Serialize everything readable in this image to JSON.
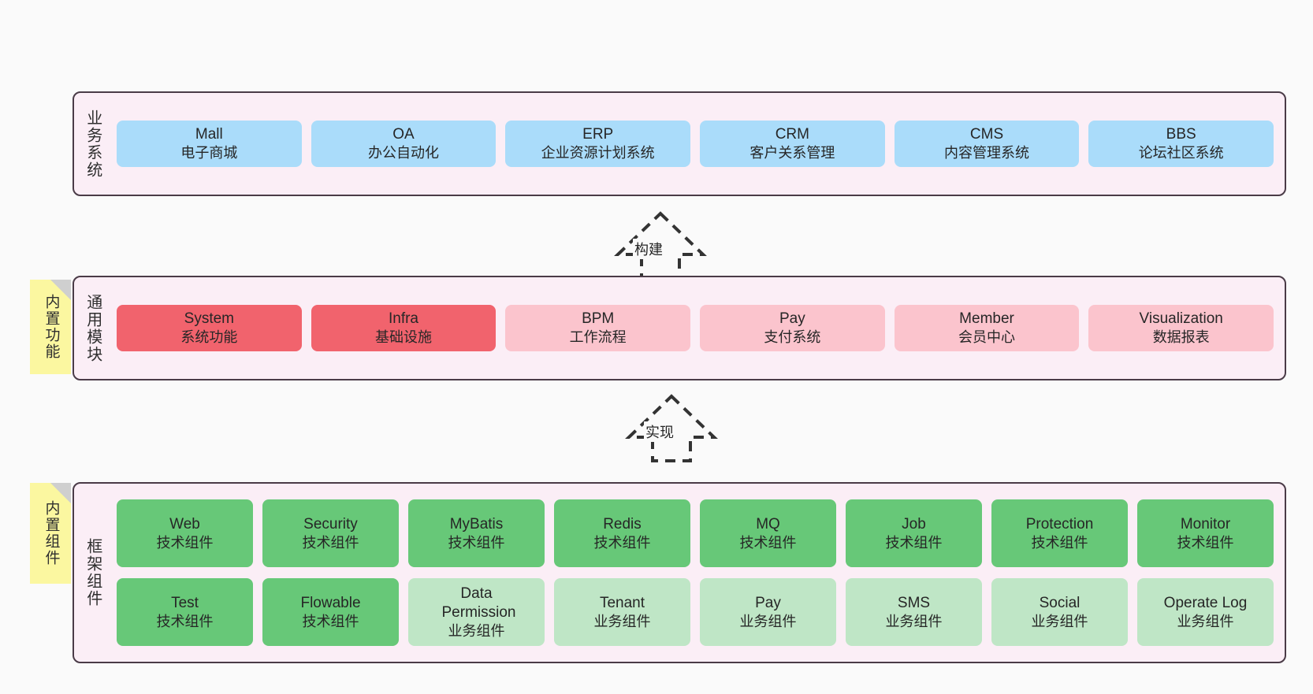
{
  "theme": {
    "page_bg": "#fafafa",
    "panel_bg": "#fbeef6",
    "panel_border": "#4a3b47",
    "sticky_bg": "#fbf7a0",
    "blue": "#aadcfa",
    "red": "#f1636d",
    "pink": "#fbc4cd",
    "green": "#67c878",
    "light_green": "#bfe6c6",
    "arrow_color": "#333333"
  },
  "layers": {
    "business": {
      "title": "业务系统",
      "cards": [
        {
          "en": "Mall",
          "cn": "电子商城"
        },
        {
          "en": "OA",
          "cn": "办公自动化"
        },
        {
          "en": "ERP",
          "cn": "企业资源计划系统"
        },
        {
          "en": "CRM",
          "cn": "客户关系管理"
        },
        {
          "en": "CMS",
          "cn": "内容管理系统"
        },
        {
          "en": "BBS",
          "cn": "论坛社区系统"
        }
      ]
    },
    "common": {
      "title": "通用模块",
      "sticky": "内置功能",
      "cards": [
        {
          "en": "System",
          "cn": "系统功能",
          "tone": "red"
        },
        {
          "en": "Infra",
          "cn": "基础设施",
          "tone": "red"
        },
        {
          "en": "BPM",
          "cn": "工作流程",
          "tone": "pink"
        },
        {
          "en": "Pay",
          "cn": "支付系统",
          "tone": "pink"
        },
        {
          "en": "Member",
          "cn": "会员中心",
          "tone": "pink"
        },
        {
          "en": "Visualization",
          "cn": "数据报表",
          "tone": "pink"
        }
      ]
    },
    "framework": {
      "title": "框架组件",
      "sticky": "内置组件",
      "row1": [
        {
          "en": "Web",
          "cn": "技术组件",
          "tone": "green"
        },
        {
          "en": "Security",
          "cn": "技术组件",
          "tone": "green"
        },
        {
          "en": "MyBatis",
          "cn": "技术组件",
          "tone": "green"
        },
        {
          "en": "Redis",
          "cn": "技术组件",
          "tone": "green"
        },
        {
          "en": "MQ",
          "cn": "技术组件",
          "tone": "green"
        },
        {
          "en": "Job",
          "cn": "技术组件",
          "tone": "green"
        },
        {
          "en": "Protection",
          "cn": "技术组件",
          "tone": "green"
        },
        {
          "en": "Monitor",
          "cn": "技术组件",
          "tone": "green"
        }
      ],
      "row2": [
        {
          "en": "Test",
          "cn": "技术组件",
          "tone": "green"
        },
        {
          "en": "Flowable",
          "cn": "技术组件",
          "tone": "green"
        },
        {
          "en": "Data Permission",
          "cn": "业务组件",
          "tone": "lightgreen"
        },
        {
          "en": "Tenant",
          "cn": "业务组件",
          "tone": "lightgreen"
        },
        {
          "en": "Pay",
          "cn": "业务组件",
          "tone": "lightgreen"
        },
        {
          "en": "SMS",
          "cn": "业务组件",
          "tone": "lightgreen"
        },
        {
          "en": "Social",
          "cn": "业务组件",
          "tone": "lightgreen"
        },
        {
          "en": "Operate Log",
          "cn": "业务组件",
          "tone": "lightgreen"
        }
      ]
    }
  },
  "arrows": [
    {
      "label": "构建"
    },
    {
      "label": "实现"
    }
  ]
}
